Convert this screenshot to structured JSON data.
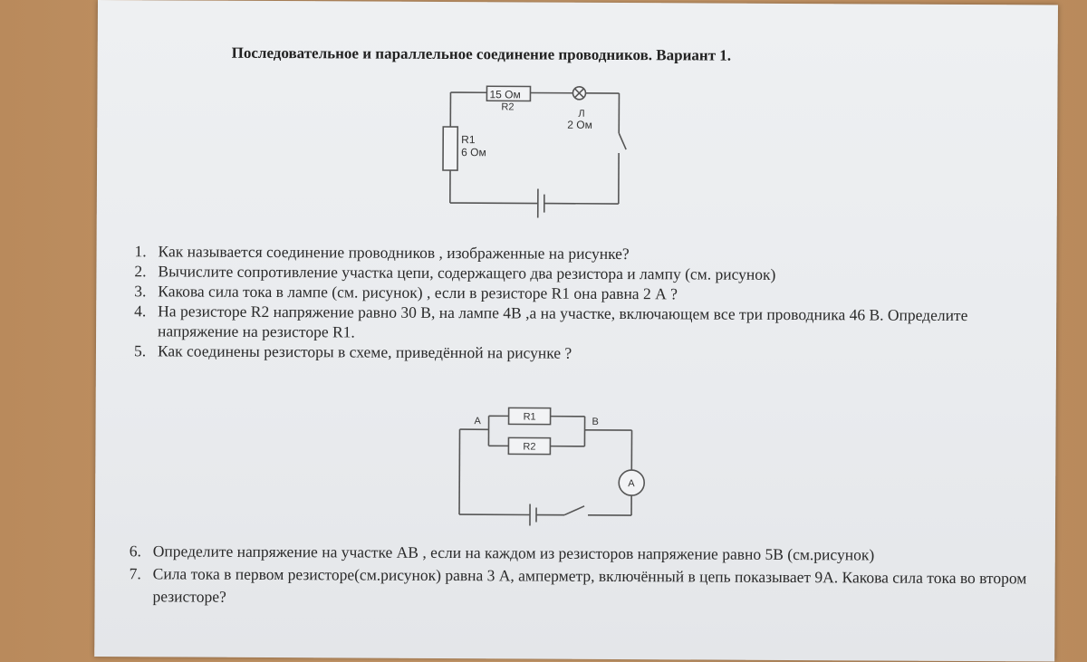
{
  "title": "Последовательное и параллельное соединение проводников. Вариант 1.",
  "diagram1": {
    "r2_value": "15 Ом",
    "r2_name": "R2",
    "lamp_name": "Л",
    "lamp_value": "2 Ом",
    "r1_name": "R1",
    "r1_value": "6 Ом"
  },
  "questions_part1": [
    {
      "num": "1.",
      "text": "Как называется соединение проводников , изображенные на рисунке?"
    },
    {
      "num": "2.",
      "text": "Вычислите сопротивление участка цепи, содержащего два резистора и лампу (см. рисунок)"
    },
    {
      "num": "3.",
      "text": "Какова сила тока в лампе (см. рисунок) , если в резисторе R1 она равна 2 А ?"
    },
    {
      "num": "4.",
      "text": "На резисторе R2 напряжение равно 30 В, на лампе 4В ,а на участке, включающем все три проводника 46 В. Определите напряжение на резисторе R1."
    },
    {
      "num": "5.",
      "text": "Как соединены резисторы в схеме, приведённой на рисунке ?"
    }
  ],
  "diagram2": {
    "r1_name": "R1",
    "r2_name": "R2",
    "node_a": "A",
    "node_b": "B",
    "ammeter": "A"
  },
  "questions_part2": [
    {
      "num": "6.",
      "text": "Определите напряжение на участке АВ , если на каждом из резисторов напряжение равно 5В (см.рисунок)"
    },
    {
      "num": "7.",
      "text": "Сила тока в первом резисторе(см.рисунок) равна 3 А, амперметр, включённый в цепь показывает 9А. Какова сила тока во втором резисторе?"
    }
  ]
}
